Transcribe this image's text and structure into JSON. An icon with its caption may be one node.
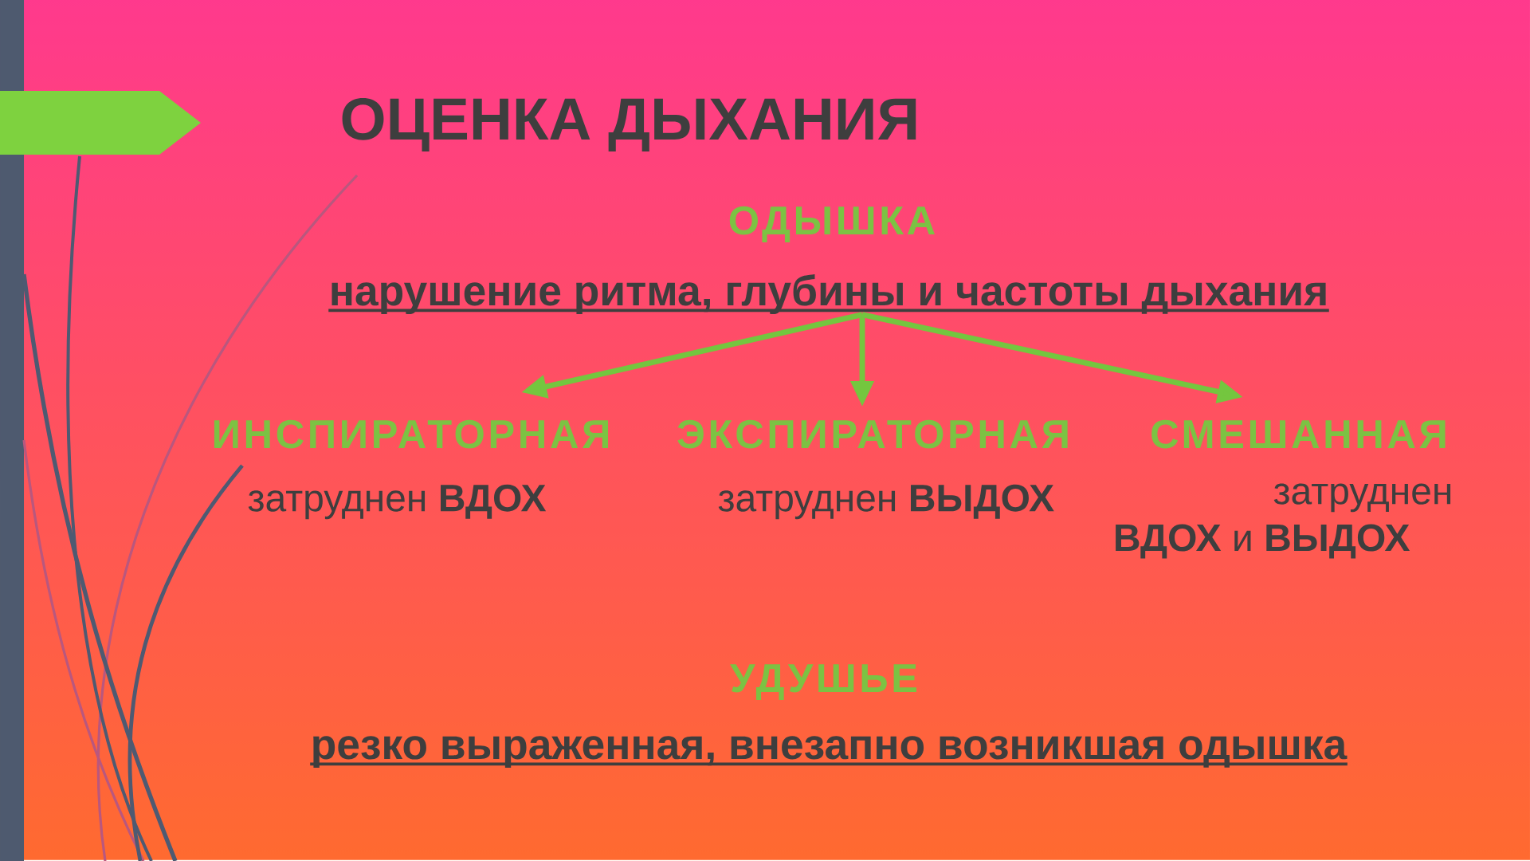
{
  "diagram": {
    "title": "ОЦЕНКА ДЫХАНИЯ",
    "nodes": [
      {
        "text": [
          "ОДЫШКА",
          "нарушение ритма, глубины и частоты дыхания"
        ]
      },
      {
        "text": [
          "ИНСПИРАТОРНАЯ",
          "затруднен **ВДОХ**"
        ]
      },
      {
        "text": [
          "ЭКСПИРАТОРНАЯ",
          "затруднен **ВЫДОХ**"
        ]
      },
      {
        "text": [
          "СМЕШАННАЯ",
          "затруднен **ВДОХ** и **ВЫДОХ**"
        ]
      }
    ],
    "edges": [
      {
        "from": 0,
        "to": 1,
        "arrow": "to"
      },
      {
        "from": 0,
        "to": 2,
        "arrow": "to"
      },
      {
        "from": 0,
        "to": 3,
        "arrow": "to"
      }
    ],
    "labels": [
      "УДУШЬЕ",
      "резко выраженная, внезапно возникшая одышка"
    ]
  }
}
